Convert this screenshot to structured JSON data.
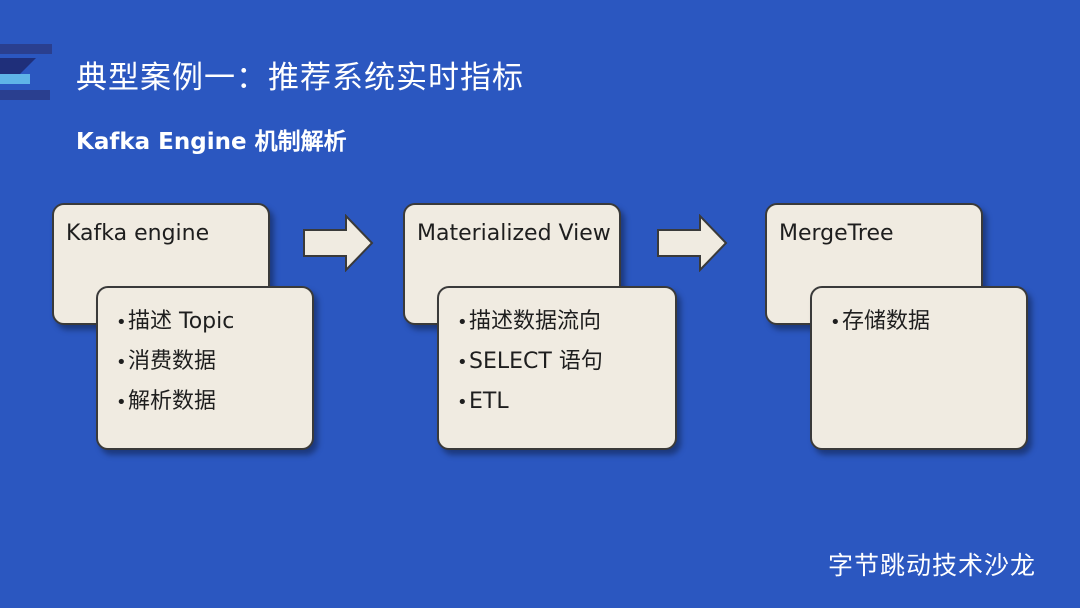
{
  "slide": {
    "title": "典型案例一：推荐系统实时指标",
    "subtitle": "Kafka Engine 机制解析",
    "brand": "字节跳动技术沙龙"
  },
  "stages": [
    {
      "name": "Kafka engine",
      "items": [
        "描述 Topic",
        "消费数据",
        "解析数据"
      ]
    },
    {
      "name": "Materialized View",
      "items": [
        "描述数据流向",
        "SELECT 语句",
        "ETL"
      ]
    },
    {
      "name": "MergeTree",
      "items": [
        "存储数据"
      ]
    }
  ],
  "colors": {
    "background": "#2b57c0",
    "box_fill": "#f0ebe1",
    "box_border": "#3a3a3a",
    "text": "#ffffff"
  },
  "icons": {
    "logo": "stacked-stripes-logo-icon",
    "arrow": "arrow-right-icon",
    "bullet": "bullet-dot-icon"
  }
}
